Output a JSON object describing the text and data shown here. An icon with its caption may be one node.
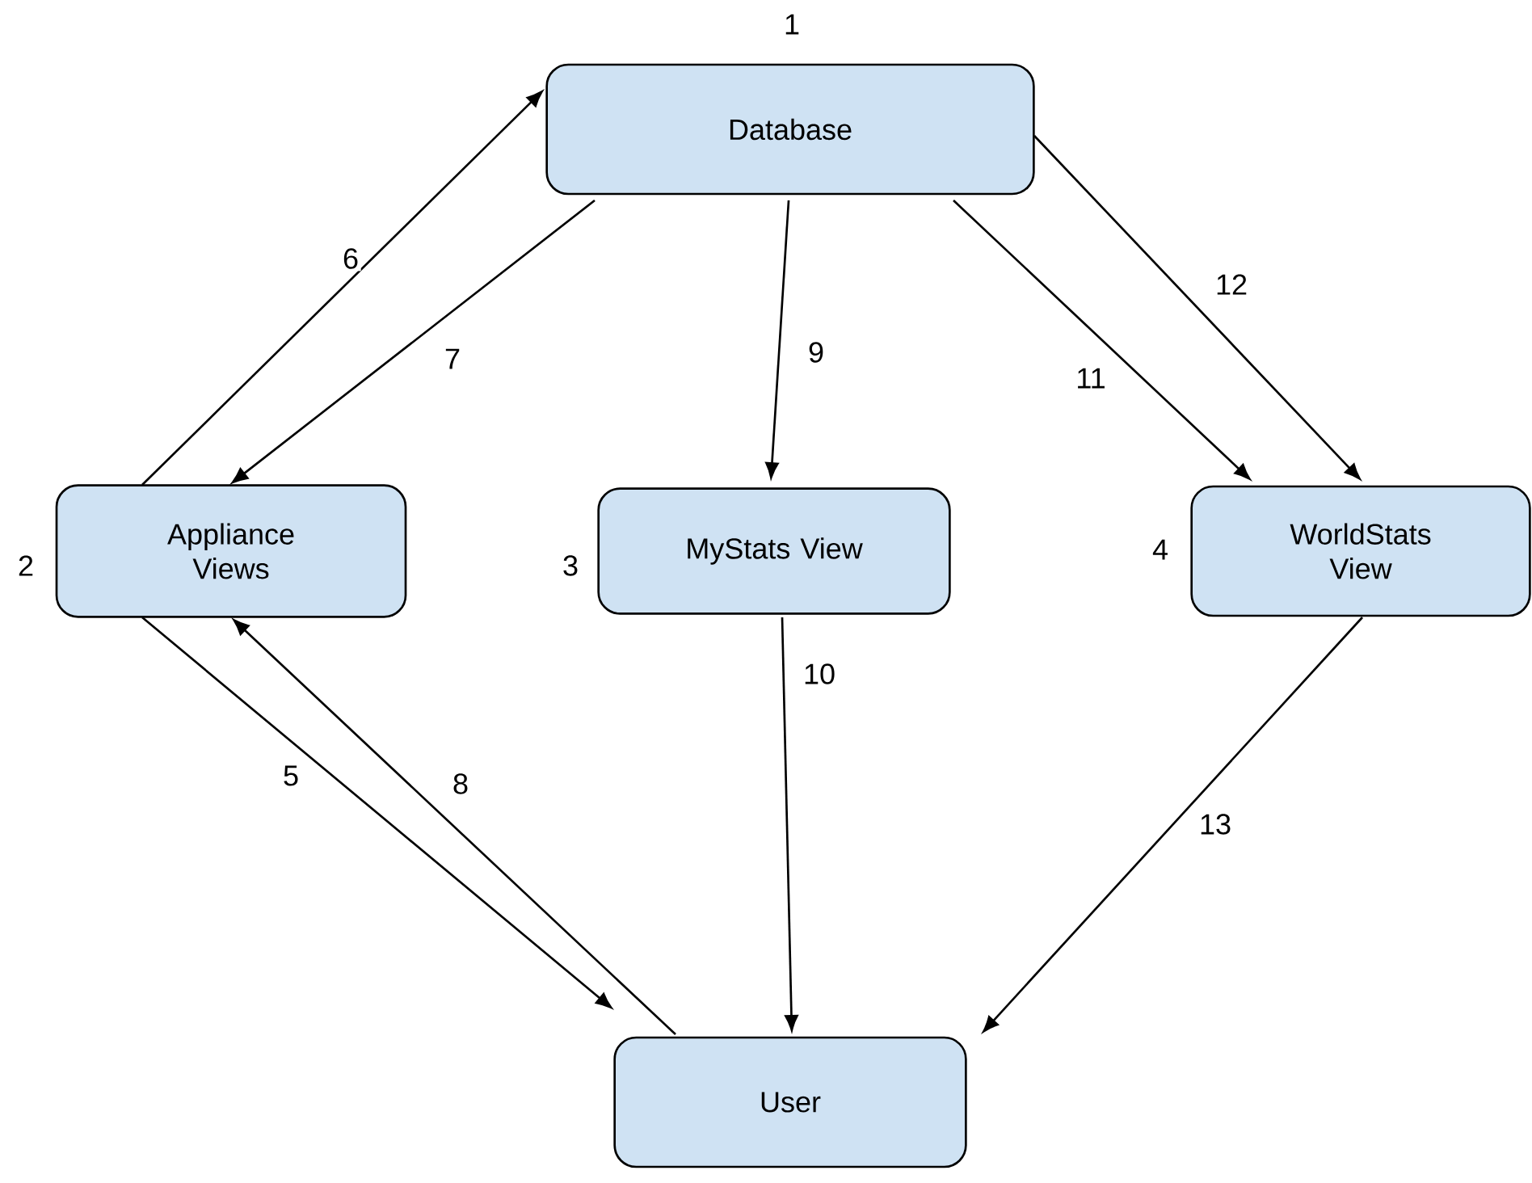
{
  "diagram": {
    "nodes": [
      {
        "text": [
          "Database"
        ],
        "beside": [
          "1"
        ]
      },
      {
        "text": [
          "Appliance Views"
        ],
        "beside": [
          "2"
        ]
      },
      {
        "text": [
          "MyStats View"
        ],
        "beside": [
          "3"
        ]
      },
      {
        "text": [
          "WorldStats View"
        ],
        "beside": [
          "4"
        ]
      },
      {
        "text": [
          "User"
        ]
      }
    ],
    "edges": [
      {
        "from": 1,
        "to": 0,
        "arrow": "to",
        "label": "6"
      },
      {
        "from": 0,
        "to": 1,
        "arrow": "to",
        "label": "7"
      },
      {
        "from": 1,
        "to": 4,
        "arrow": "to",
        "label": "5"
      },
      {
        "from": 4,
        "to": 1,
        "arrow": "to",
        "label": "8"
      },
      {
        "from": 0,
        "to": 2,
        "arrow": "to",
        "label": "9"
      },
      {
        "from": 2,
        "to": 4,
        "arrow": "to",
        "label": "10"
      },
      {
        "from": 0,
        "to": 3,
        "arrow": "to",
        "label": "11"
      },
      {
        "from": 0,
        "to": 3,
        "arrow": "to",
        "label": "12"
      },
      {
        "from": 3,
        "to": 4,
        "arrow": "to",
        "label": "13"
      }
    ]
  }
}
